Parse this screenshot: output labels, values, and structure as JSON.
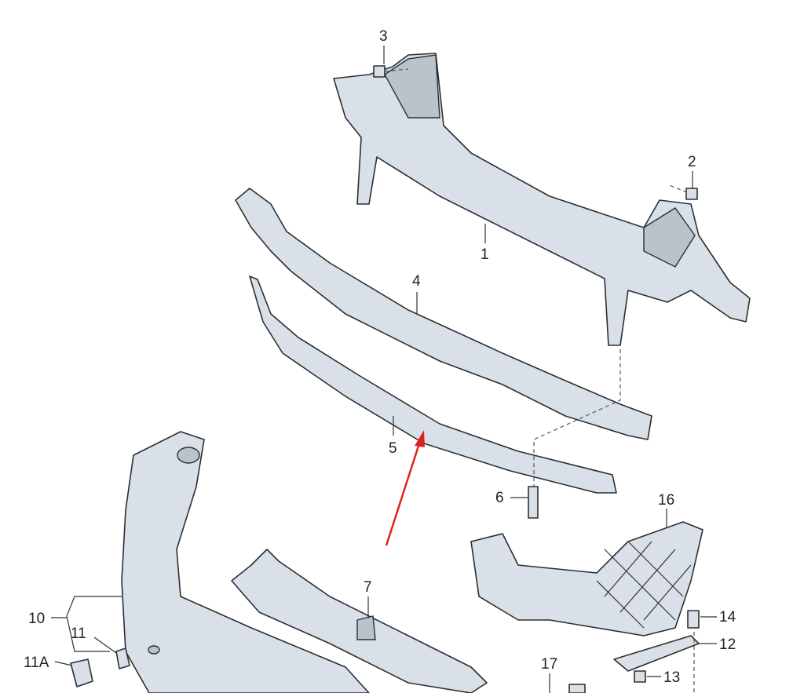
{
  "diagram": {
    "labels": {
      "p1": "1",
      "p2": "2",
      "p3": "3",
      "p4": "4",
      "p5": "5",
      "p6": "6",
      "p7": "7",
      "p10": "10",
      "p11": "11",
      "p11a": "11A",
      "p12": "12",
      "p13": "13",
      "p14": "14",
      "p16": "16",
      "p17": "17"
    },
    "colors": {
      "arrow": "#e02020",
      "part_fill": "#d9e0e7",
      "outline": "#2b2f33"
    }
  }
}
